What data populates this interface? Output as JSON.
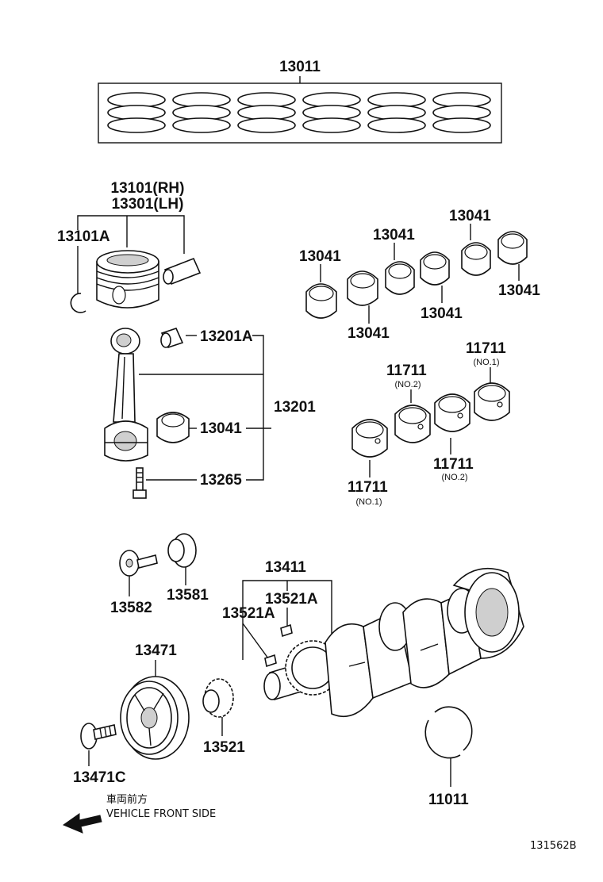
{
  "labels": {
    "rings_set": "13011",
    "piston_rh": "13101(RH)",
    "piston_lh": "13301(LH)",
    "snap_ring": "13101A",
    "bushing": "13201A",
    "conrod": "13201",
    "conrod_bearing": "13041",
    "conrod_bolt": "13265",
    "bearing_a": "13041",
    "bearing_b": "13041",
    "bearing_c": "13041",
    "bearing_d": "13041",
    "bearing_e": "13041",
    "bearing_f": "13041",
    "main_no1_top": "11711",
    "main_no1_top_sub": "(NO.1)",
    "main_no2_top": "11711",
    "main_no2_top_sub": "(NO.2)",
    "main_no2_bot": "11711",
    "main_no2_bot_sub": "(NO.2)",
    "main_no1_bot": "11711",
    "main_no1_bot_sub": "(NO.1)",
    "bolt_13582": "13582",
    "washer_13581": "13581",
    "crankshaft": "13411",
    "key_a": "13521A",
    "key_b": "13521A",
    "pulley": "13471",
    "pulley_bolt": "13471C",
    "crank_gear": "13521",
    "thrust_washer": "11011"
  },
  "front_note_jp": "車両前方",
  "front_note_en": "VEHICLE FRONT SIDE",
  "figure_code": "131562B"
}
